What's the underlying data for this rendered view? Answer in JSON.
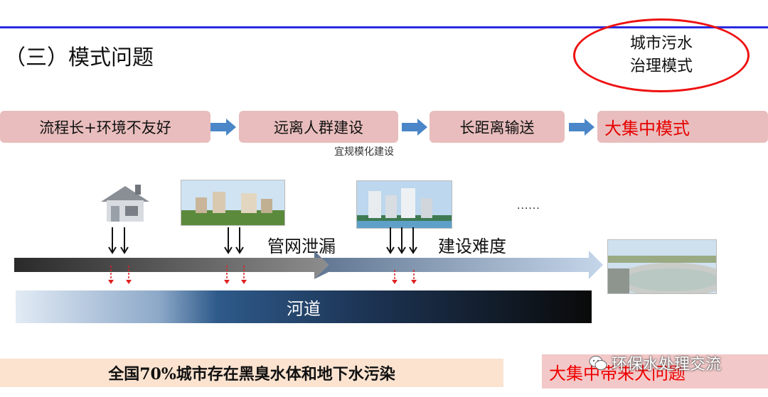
{
  "title": "（三）模式问题",
  "ellipse": {
    "line1": "城市污水",
    "line2": "治理模式"
  },
  "steps": [
    {
      "label": "流程长+环境不友好"
    },
    {
      "label": "远离人群建设"
    },
    {
      "label": "长距离输送"
    },
    {
      "label": "大集中模式"
    }
  ],
  "sub_note": "宜规模化建设",
  "ellipsis": "......",
  "labels": {
    "pipe_leak": "管网泄漏",
    "difficulty": "建设难度",
    "river": "河道"
  },
  "bottom_left": "全国70%城市存在黑臭水体和地下水污染",
  "bottom_right": "大集中带来大问题",
  "watermark": "环保水处理交流",
  "colors": {
    "accent_red": "#e60000",
    "step_bg": "#e9bdbd",
    "arrow_blue": "#4a86c8",
    "header_line": "#2a2ae0"
  },
  "icons": [
    "house-icon",
    "arrow-right-icon",
    "down-arrow-icon",
    "wechat-icon"
  ]
}
